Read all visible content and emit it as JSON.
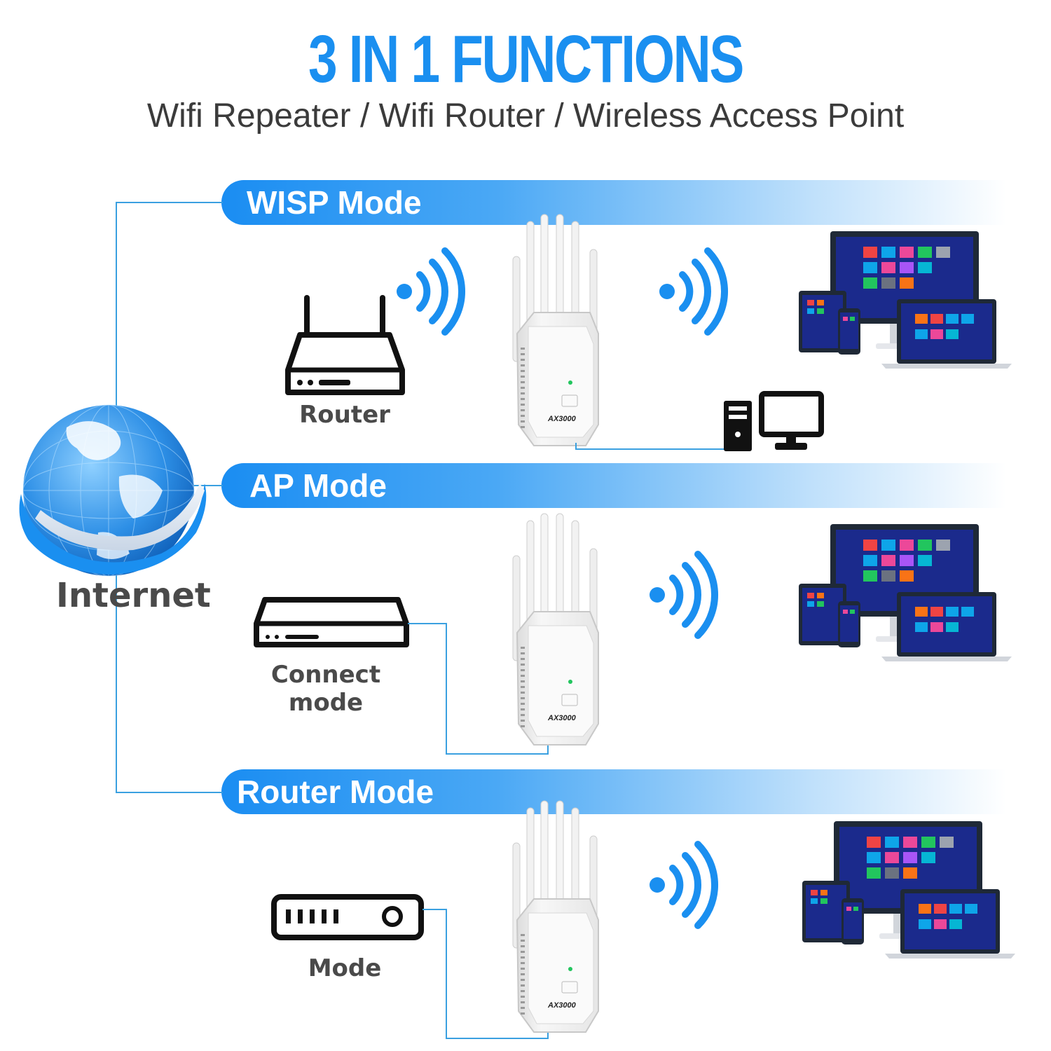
{
  "header": {
    "title": "3 IN 1 FUNCTIONS",
    "subtitle": "Wifi Repeater / Wifi Router / Wireless Access Point"
  },
  "internet": {
    "label": "Internet"
  },
  "modes": [
    {
      "band_label": "WISP Mode",
      "source_label": "Router",
      "device_text": "AX3000"
    },
    {
      "band_label": "AP Mode",
      "source_label": "Connect mode",
      "device_text": "AX3000"
    },
    {
      "band_label": "Router Mode",
      "source_label": "Mode",
      "device_text": "AX3000"
    }
  ],
  "colors": {
    "accent_blue": "#1a8ff0",
    "text_gray": "#4a4a4a",
    "screen_navy": "#1b2a8c",
    "line_blue": "#3aa0e0"
  }
}
